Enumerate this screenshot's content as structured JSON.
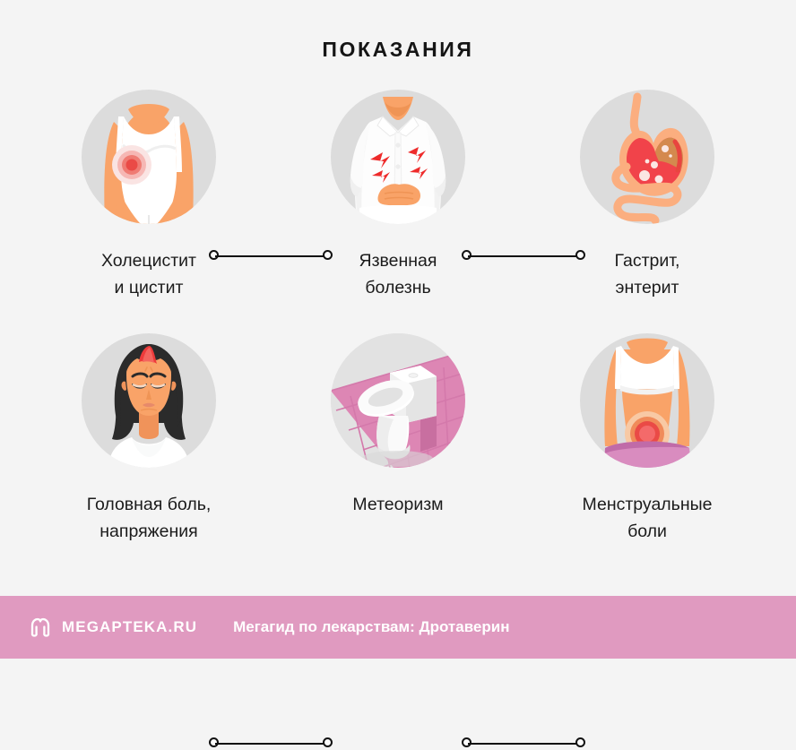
{
  "title": "ПОКАЗАНИЯ",
  "colors": {
    "background": "#f4f4f4",
    "circle_background": "#dcdcdc",
    "connector": "#111111",
    "footer_background": "#e09ac0",
    "footer_text": "#ffffff",
    "skin": "#f9a368",
    "skin_shadow": "#f0935a",
    "hair": "#2b2b2b",
    "white": "#ffffff",
    "pain_red": "#ee3b3b",
    "pain_red_mid": "#f46a6a",
    "pain_red_light": "#f9b3b3",
    "stomach_wall": "#fbae7f",
    "stomach_upper": "#d4894e",
    "stomach_acid": "#f1434a",
    "tile_pink": "#dd86b4",
    "tile_pink_dark": "#c86fa0",
    "skirt_pink": "#d98cbf",
    "skirt_pink_dark": "#c06ba8",
    "title_text": "#151515",
    "label_text": "#1b1b1b"
  },
  "items": [
    {
      "id": "cholecystitis-cystitis",
      "icon": "female-torso-bodysuit-abdominal-pain-icon",
      "label": "Холецистит\nи цистит"
    },
    {
      "id": "peptic-ulcer",
      "icon": "person-shirt-stomach-pain-icon",
      "label": "Язвенная\nболезнь"
    },
    {
      "id": "gastritis-enteritis",
      "icon": "stomach-intestine-anatomy-icon",
      "label": "Гастрит,\nэнтерит"
    },
    {
      "id": "tension-headache",
      "icon": "woman-headache-icon",
      "label": "Головная боль,\nнапряжения"
    },
    {
      "id": "flatulence",
      "icon": "toilet-icon",
      "label": "Метеоризм"
    },
    {
      "id": "menstrual-pain",
      "icon": "female-torso-pelvic-pain-icon",
      "label": "Менструальные\nболи"
    }
  ],
  "footer": {
    "logo": "megapteka-m-logo-icon",
    "brand": "MEGAPTEKA.RU",
    "tagline": "Мегагид по лекарствам: Дротаверин"
  }
}
